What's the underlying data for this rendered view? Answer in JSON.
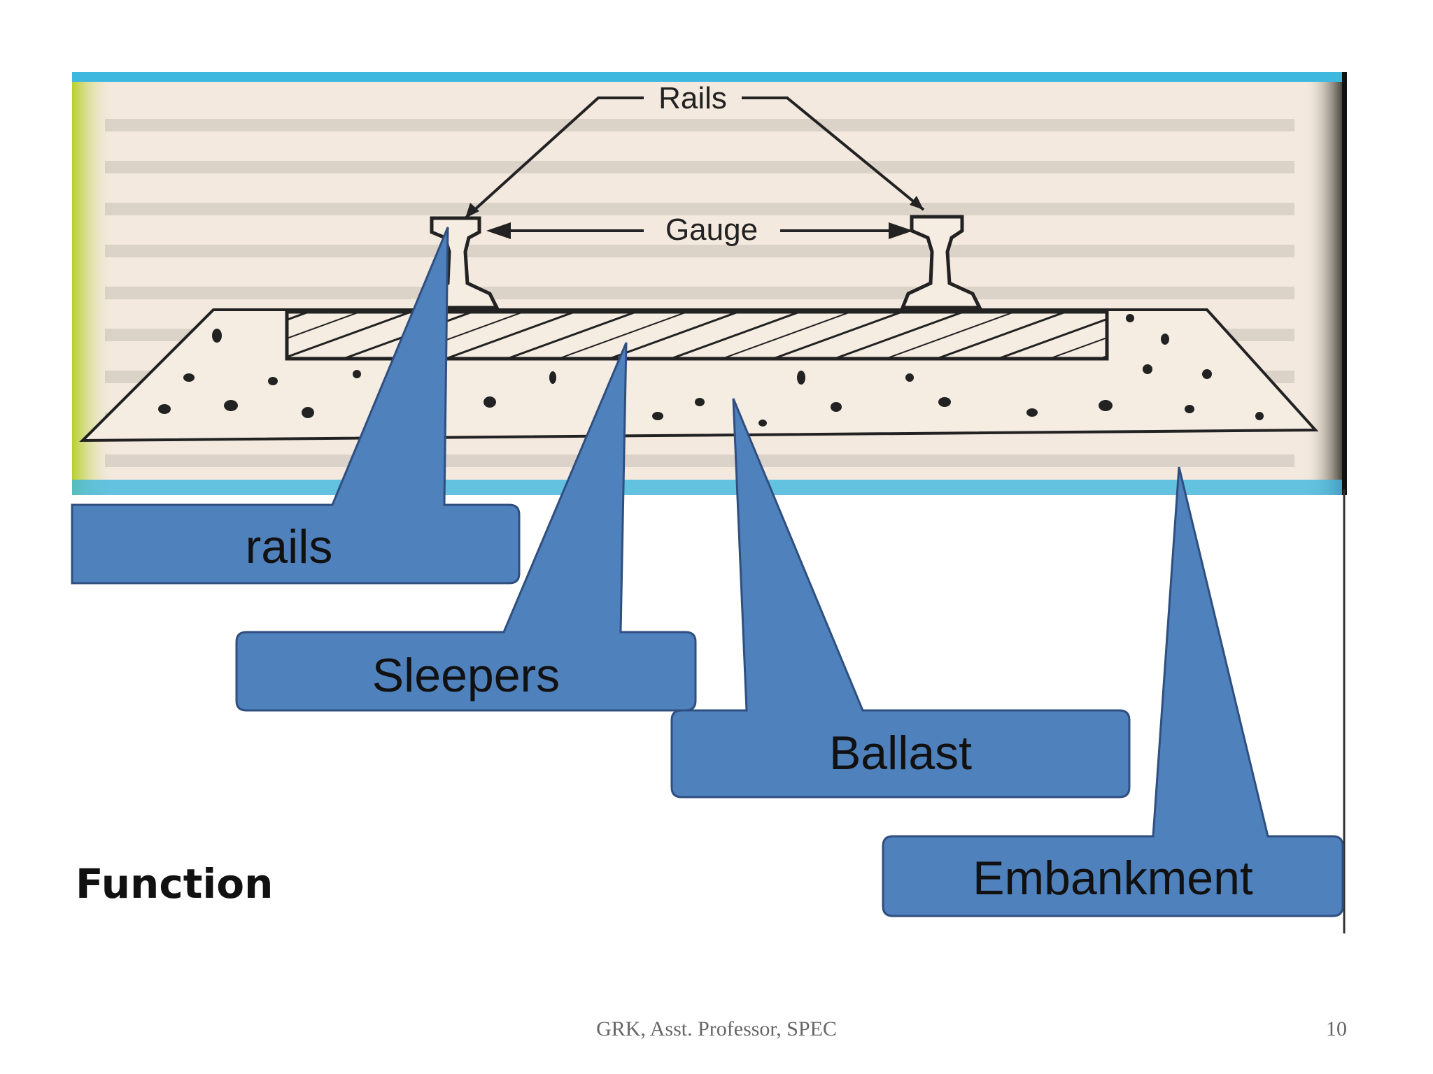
{
  "diagram": {
    "label_rails": "Rails",
    "label_gauge": "Gauge"
  },
  "callouts": {
    "rails": "rails",
    "sleepers": "Sleepers",
    "ballast": "Ballast",
    "embankment": "Embankment"
  },
  "heading": "Function",
  "footer": {
    "text": "GRK, Asst. Professor, SPEC",
    "page_number": "10"
  },
  "colors": {
    "callout_fill": "#4f81bd",
    "callout_stroke": "#2f4f7f",
    "photo_background": "#f3e9de",
    "photo_border_top": "#3fb8e0",
    "photo_border_left": "#b7cf2a"
  }
}
